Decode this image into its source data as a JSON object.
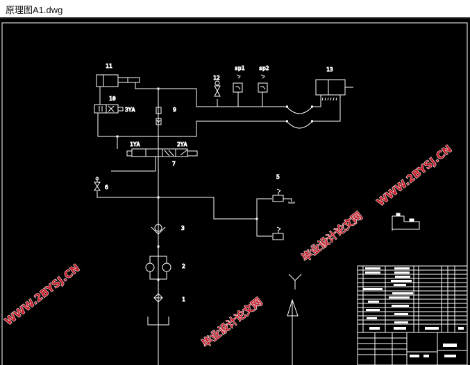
{
  "window": {
    "title": "原理图A1.dwg"
  },
  "colors": {
    "background": "#000000",
    "lines": "#ffffff",
    "watermark": "#c81e2a"
  },
  "labels": {
    "c11": "11",
    "c10": "10",
    "ya3": "3YA",
    "c9": "9",
    "c12": "12",
    "sp1": "sp1",
    "sp2": "sp2",
    "c13": "13",
    "ya1": "1YA",
    "ya2": "2YA",
    "c7": "7",
    "c6": "6",
    "c5": "5",
    "c3": "3",
    "c2": "2",
    "c1": "1"
  },
  "watermark": {
    "cn": "毕业设计论文网",
    "url": "WWW.2BYSJ.CN"
  }
}
